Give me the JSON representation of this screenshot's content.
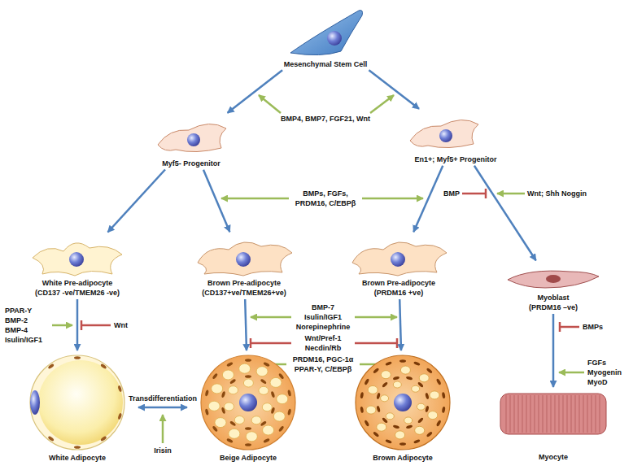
{
  "diagram": {
    "nodes": [
      {
        "text": [
          "Mesenchymal Stem Cell"
        ]
      },
      {
        "text": [
          "Myf5- Progenitor"
        ]
      },
      {
        "text": [
          "En1+; Myf5+ Progenitor"
        ]
      },
      {
        "text": [
          "White Pre-adipocyte",
          "(CD137 -ve/TMEM26 -ve)"
        ]
      },
      {
        "text": [
          "Brown Pre-adipocyte",
          "(CD137+ve/TMEM26+ve)"
        ]
      },
      {
        "text": [
          "Brown Pre-adipocyte",
          "(PRDM16 +ve)"
        ]
      },
      {
        "text": [
          "Myoblast",
          "(PRDM16 –ve)"
        ]
      },
      {
        "text": [
          "White Adipocyte"
        ]
      },
      {
        "text": [
          "Beige Adipocyte"
        ]
      },
      {
        "text": [
          "Brown Adipocyte"
        ]
      },
      {
        "text": [
          "Myocyte"
        ]
      }
    ],
    "edges": [
      {
        "from": 0,
        "to": 1,
        "arrow": "to"
      },
      {
        "from": 0,
        "to": 2,
        "arrow": "to"
      },
      {
        "from": 1,
        "to": 3,
        "arrow": "to"
      },
      {
        "from": 1,
        "to": 4,
        "arrow": "to"
      },
      {
        "from": 2,
        "to": 5,
        "arrow": "to"
      },
      {
        "from": 2,
        "to": 6,
        "arrow": "to"
      },
      {
        "from": 3,
        "to": 7,
        "arrow": "to"
      },
      {
        "from": 4,
        "to": 8,
        "arrow": "to"
      },
      {
        "from": 5,
        "to": 9,
        "arrow": "to"
      },
      {
        "from": 6,
        "to": 10,
        "arrow": "to"
      },
      {
        "from": 7,
        "to": 8,
        "label": "Transdifferentiation",
        "arrow": "both"
      }
    ],
    "labels": [
      "BMP4, BMP7, FGF21, Wnt",
      "BMPs, FGFs,",
      "PRDM16, C/EBPβ",
      "BMP",
      "Wnt; Shh Noggin",
      "PPAR-Y",
      "BMP-2",
      "BMP-4",
      "Isulin/IGF1",
      "Wnt",
      "BMP-7",
      "Isulin/IGF1",
      "Norepinephrine",
      "Wnt/Pref-1",
      "Necdin/Rb",
      "PRDM16, PGC-1α",
      "PPAR-Y, C/EBPβ",
      "BMPs",
      "FGFs",
      "Myogenin",
      "MyoD",
      "Irisin"
    ]
  }
}
